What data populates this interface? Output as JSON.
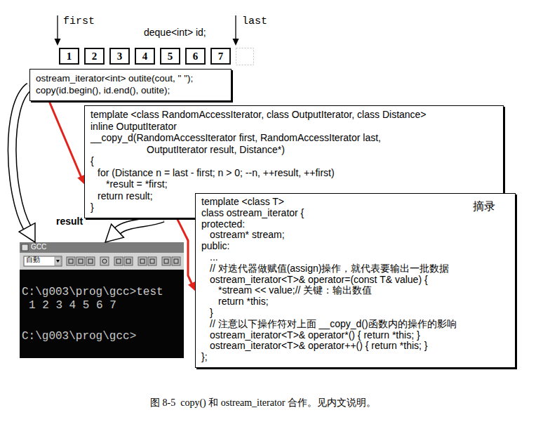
{
  "diagram": {
    "caption": "图 8-5  copy() 和 ostream_iterator 合作。见内文说明。",
    "nodes": [
      {
        "text": [
          "1"
        ]
      },
      {
        "text": [
          "2"
        ]
      },
      {
        "text": [
          "3"
        ]
      },
      {
        "text": [
          "4"
        ]
      },
      {
        "text": [
          "5"
        ]
      },
      {
        "text": [
          "6"
        ]
      },
      {
        "text": [
          "7"
        ]
      },
      {
        "text": [
          "ostream_iterator<int> outite(cout, \" \");",
          "copy(id.begin(), id.end(), outite);"
        ]
      },
      {
        "text": [
          "template <class RandomAccessIterator, class OutputIterator, class Distance>",
          "inline OutputIterator",
          "__copy_d(RandomAccessIterator first, RandomAccessIterator last,",
          "OutputIterator result, Distance*)",
          "{",
          "for (Distance n = last - first; n > 0; --n, ++result, ++first)",
          "*result = *first;",
          "return result;",
          "}"
        ]
      },
      {
        "text": [
          "template <class T>",
          "class ostream_iterator {",
          "protected:",
          "ostream* stream;",
          "public:",
          "...",
          "// 对迭代器做赋值(assign)操作，就代表要输出一批数据",
          "ostream_iterator<T>& operator=(const T& value) {",
          "*stream << value;// 关键：输出数值",
          "return *this;",
          "}",
          "// 注意以下操作符对上面 __copy_d()函数内的操作的影响",
          "ostream_iterator<T>& operator*() { return *this; }",
          "ostream_iterator<T>& operator++() { return *this; }",
          "};",
          "摘录"
        ]
      },
      {
        "text": [
          "GCC",
          "自動",
          "C:\\g003\\prog\\gcc>test",
          "1 2 3 4 5 6 7",
          "C:\\g003\\prog\\gcc>"
        ]
      }
    ],
    "edges": [
      {
        "from": 7,
        "to": 8,
        "arrow": "to"
      },
      {
        "from": 8,
        "to": 9,
        "arrow": "to"
      },
      {
        "from": 7,
        "to": 10,
        "arrow": "to"
      },
      {
        "from": 8,
        "to": 10,
        "arrow": "to"
      }
    ],
    "labels": [
      "first",
      "deque<int> id;",
      "last",
      "result"
    ]
  }
}
